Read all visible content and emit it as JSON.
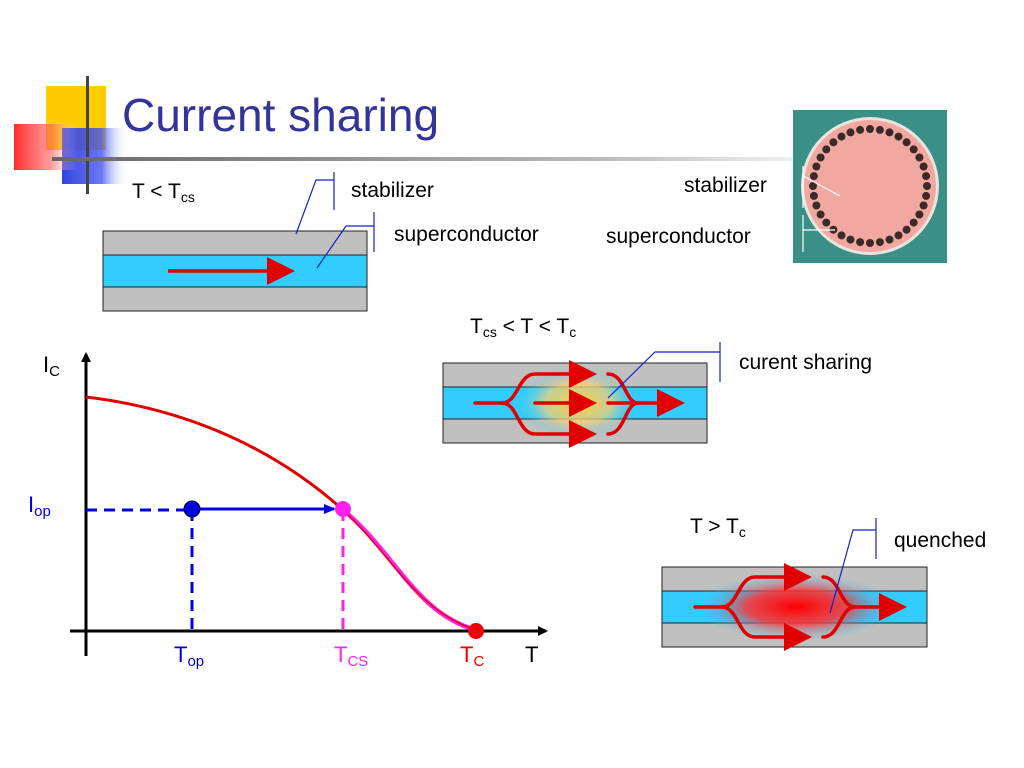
{
  "slide": {
    "title": "Current sharing"
  },
  "panel_low": {
    "cond_main": "T < T",
    "cond_sub": "cs",
    "label_stabilizer": "stabilizer",
    "label_superconductor": "superconductor"
  },
  "cross_section": {
    "label_stabilizer": "stabilizer",
    "label_superconductor": "superconductor"
  },
  "panel_mid": {
    "cond_a_main": "T",
    "cond_a_sub": "cs",
    "cond_b_main": " < T < T",
    "cond_b_sub": "c",
    "label": "curent sharing"
  },
  "panel_high": {
    "cond_main": "T > T",
    "cond_sub": "c",
    "label": "quenched"
  },
  "graph": {
    "y_axis_main": "I",
    "y_axis_sub": "C",
    "iop_main": "I",
    "iop_sub": "op",
    "top_main": "T",
    "top_sub": "op",
    "tcs_main": "T",
    "tcs_sub": "CS",
    "tc_main": "T",
    "tc_sub": "C",
    "x_axis": "T"
  },
  "colors": {
    "title": "#333399",
    "curve": "#e00000",
    "operating": "#0000dd",
    "sharing": "#ff22ee",
    "critical": "#ee0000",
    "superconductor": "#33ccff",
    "stabilizer": "#c0c0c0",
    "photo_bg": "#3a8f87",
    "photo_disc": "#f0a8a0"
  }
}
